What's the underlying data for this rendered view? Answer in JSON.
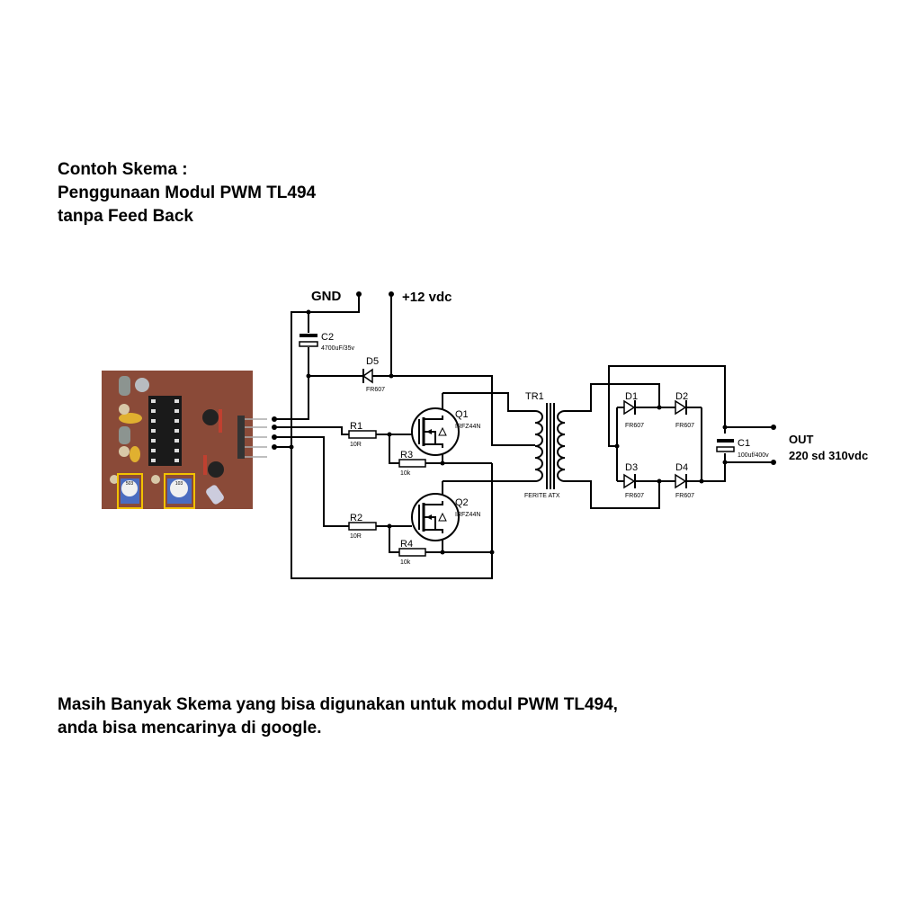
{
  "title_lines": [
    "Contoh Skema :",
    "Penggunaan Modul PWM TL494",
    "tanpa Feed Back"
  ],
  "footer_lines": [
    "Masih Banyak Skema yang bisa digunakan untuk modul PWM TL494,",
    "anda bisa mencarinya di google."
  ],
  "module_photo": {
    "pot_labels": [
      "503",
      "103"
    ],
    "highlight_color": "#f2c200",
    "board_color": "#8a4a38"
  },
  "power": {
    "gnd": "GND",
    "vcc": "+12 vdc"
  },
  "components": {
    "c2": {
      "ref": "C2",
      "value": "4700uF/35v"
    },
    "d5": {
      "ref": "D5",
      "value": "FR607"
    },
    "r1": {
      "ref": "R1",
      "value": "10R"
    },
    "r2": {
      "ref": "R2",
      "value": "10R"
    },
    "r3": {
      "ref": "R3",
      "value": "10k"
    },
    "r4": {
      "ref": "R4",
      "value": "10k"
    },
    "q1": {
      "ref": "Q1",
      "value": "IRFZ44N"
    },
    "q2": {
      "ref": "Q2",
      "value": "IRFZ44N"
    },
    "tr1": {
      "ref": "TR1",
      "value": "FERITE ATX"
    },
    "d1": {
      "ref": "D1",
      "value": "FR607"
    },
    "d2": {
      "ref": "D2",
      "value": "FR607"
    },
    "d3": {
      "ref": "D3",
      "value": "FR607"
    },
    "d4": {
      "ref": "D4",
      "value": "FR607"
    },
    "c1": {
      "ref": "C1",
      "value": "100uf/400v"
    }
  },
  "output": {
    "label": "OUT",
    "range": "220 sd 310vdc"
  }
}
